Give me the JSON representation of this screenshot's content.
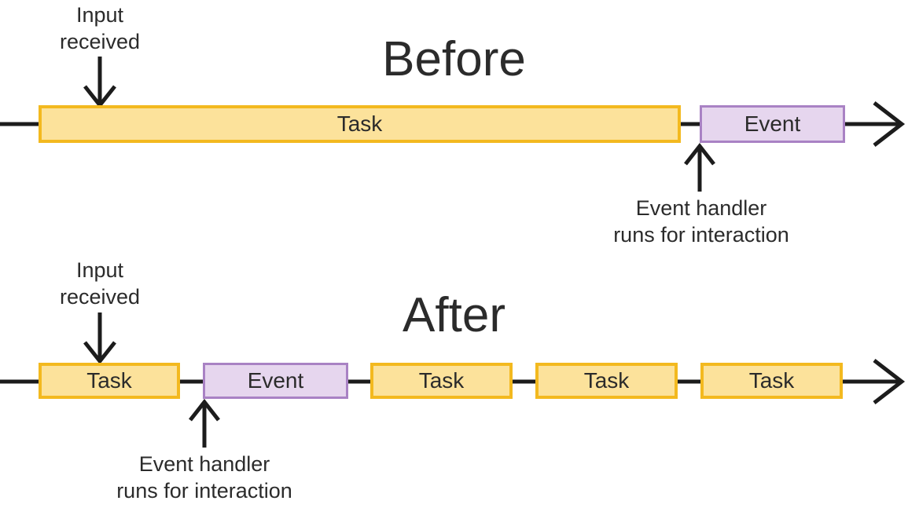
{
  "colors": {
    "background": "#FFFFFF",
    "task_fill": "#FCE29B",
    "task_border": "#F3B91F",
    "event_fill": "#E6D6EE",
    "event_border": "#A982C4",
    "text": "#2B2B2B",
    "arrow": "#1C1C1C"
  },
  "sections": {
    "before": {
      "title": "Before",
      "input_annotation": {
        "line1": "Input",
        "line2": "received"
      },
      "timeline_blocks": [
        {
          "type": "task",
          "label": "Task"
        },
        {
          "type": "event",
          "label": "Event"
        }
      ],
      "handler_annotation": {
        "line1": "Event handler",
        "line2": "runs for interaction"
      }
    },
    "after": {
      "title": "After",
      "input_annotation": {
        "line1": "Input",
        "line2": "received"
      },
      "timeline_blocks": [
        {
          "type": "task",
          "label": "Task"
        },
        {
          "type": "event",
          "label": "Event"
        },
        {
          "type": "task",
          "label": "Task"
        },
        {
          "type": "task",
          "label": "Task"
        },
        {
          "type": "task",
          "label": "Task"
        }
      ],
      "handler_annotation": {
        "line1": "Event handler",
        "line2": "runs for interaction"
      }
    }
  }
}
